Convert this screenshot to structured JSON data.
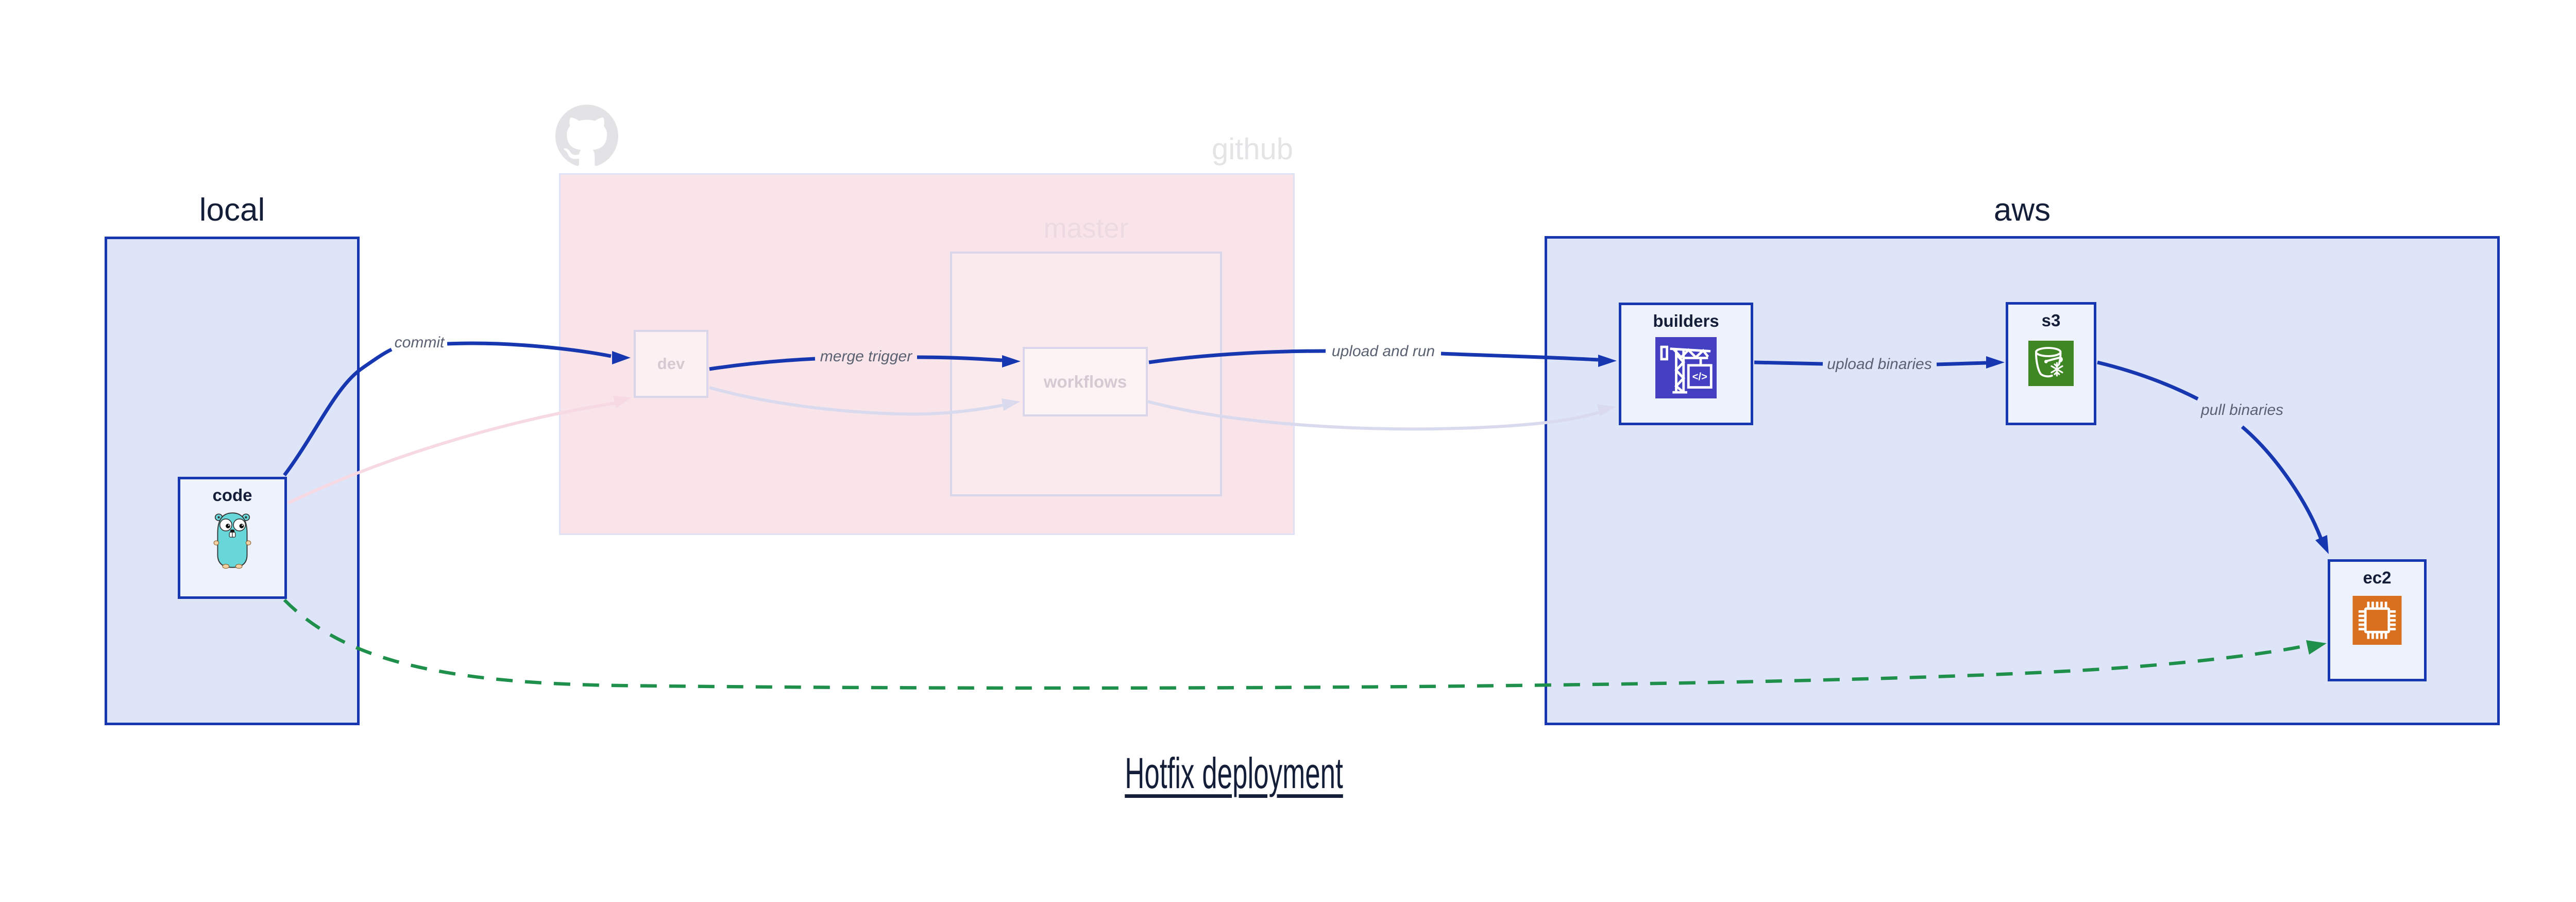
{
  "title": "Hotfix deployment",
  "regions": {
    "local": {
      "label": "local"
    },
    "github": {
      "label": "github",
      "master_label": "master"
    },
    "aws": {
      "label": "aws"
    }
  },
  "nodes": {
    "code": {
      "label": "code",
      "icon": "go-gopher-icon"
    },
    "dev": {
      "label": "dev"
    },
    "workflows": {
      "label": "workflows"
    },
    "builders": {
      "label": "builders",
      "icon": "codebuild-crane-icon",
      "icon_glyph": "</>"
    },
    "s3": {
      "label": "s3",
      "icon": "s3-glacier-bucket-icon"
    },
    "ec2": {
      "label": "ec2",
      "icon": "ec2-chip-icon"
    }
  },
  "edges": [
    {
      "name": "commit",
      "label": "commit",
      "style": "solid-blue"
    },
    {
      "name": "merge-trigger",
      "label": "merge trigger",
      "style": "solid-blue"
    },
    {
      "name": "upload-and-run",
      "label": "upload and run",
      "style": "solid-blue"
    },
    {
      "name": "upload-binaries",
      "label": "upload binaries",
      "style": "solid-blue"
    },
    {
      "name": "pull-binaries",
      "label": "pull binaries",
      "style": "solid-blue"
    },
    {
      "name": "hotfix-direct-pull",
      "label": "",
      "style": "dashed-green"
    },
    {
      "name": "code-to-dev-faded",
      "label": "",
      "style": "faded-pink"
    },
    {
      "name": "dev-to-workflows-faded",
      "label": "",
      "style": "faded-lavender"
    },
    {
      "name": "workflows-to-builders-faded",
      "label": "",
      "style": "faded-lavender"
    }
  ],
  "watermarks": {
    "github_logo": "octocat-icon"
  },
  "colors": {
    "region_fill_blue": "#dfe5f8",
    "region_border_blue": "#1737b0",
    "node_fill": "#eef2fc",
    "edge_blue": "#1737b0",
    "edge_label_grey": "#5a6170",
    "hotfix_green": "#1f8f4c",
    "github_region_fill": "#f9e4ea",
    "github_region_border": "#dfe2f4",
    "faded_pink_edge": "#f6d9e3",
    "faded_lavender_edge": "#d9daee",
    "faded_node_border": "#d9d6ea",
    "faded_node_label": "#d6c9d2",
    "ghost_text": "#e4e4e7",
    "codebuild_icon_bg": "#4540c2",
    "s3_glacier_icon_bg": "#3f8624",
    "ec2_icon_bg": "#d9701f",
    "gopher_teal": "#67d7d9",
    "text_dark": "#141e38"
  }
}
